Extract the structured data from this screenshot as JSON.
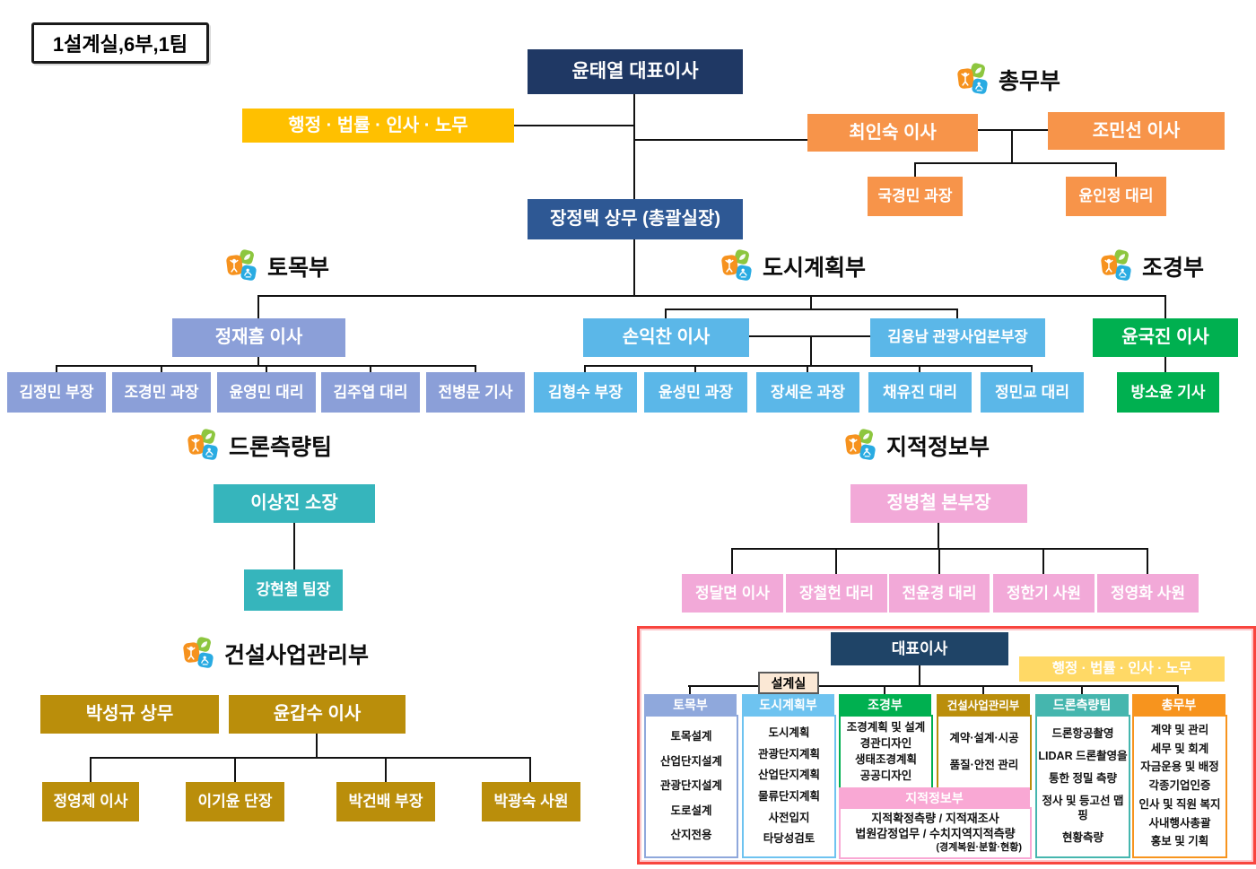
{
  "badge": "1설계실,6부,1팀",
  "colors": {
    "ceo_navy": "#1F3864",
    "coo_blue": "#2E5894",
    "orange": "#F7944A",
    "admin_yellow": "#FFC000",
    "civil_periwinkle": "#8B9FD8",
    "urban_sky": "#5BB7E8",
    "landscape_green": "#00B050",
    "drone_teal": "#36B5BC",
    "cadastral_pink": "#F2A9D8",
    "construction_gold": "#BA8E0B",
    "summary_border_red": "#F8453E",
    "summary_admin_yellow": "#FFD966",
    "design_office_cream": "#FBE8D5"
  },
  "org": {
    "ceo": "윤태열 대표이사",
    "admin_staff": "행정 · 법률 · 인사 · 노무",
    "coo": "장정택 상무 (총괄실장)",
    "general_affairs": {
      "title": "총무부",
      "directors": [
        "최인숙 이사",
        "조민선 이사"
      ],
      "members": [
        "국경민 과장",
        "윤인정 대리"
      ]
    },
    "civil": {
      "title": "토목부",
      "head": "정재흠 이사",
      "members": [
        "김정민 부장",
        "조경민 과장",
        "윤영민 대리",
        "김주엽 대리",
        "전병문 기사"
      ]
    },
    "urban": {
      "title": "도시계획부",
      "heads": [
        "손익찬 이사",
        "김용남 관광사업본부장"
      ],
      "members": [
        "김형수 부장",
        "윤성민 과장",
        "장세은 과장",
        "채유진 대리",
        "정민교 대리"
      ]
    },
    "landscape": {
      "title": "조경부",
      "head": "윤국진 이사",
      "members": [
        "방소윤 기사"
      ]
    },
    "drone": {
      "title": "드론측량팀",
      "head": "이상진 소장",
      "members": [
        "강현철 팀장"
      ]
    },
    "cadastral": {
      "title": "지적정보부",
      "head": "정병철 본부장",
      "members": [
        "정달면 이사",
        "장철헌 대리",
        "전윤경 대리",
        "정한기 사원",
        "정영화 사원"
      ]
    },
    "construction": {
      "title": "건설사업관리부",
      "heads": [
        "박성규 상무",
        "윤갑수 이사"
      ],
      "members": [
        "정영제 이사",
        "이기윤 단장",
        "박건배 부장",
        "박광숙 사원"
      ]
    }
  },
  "summary": {
    "ceo": "대표이사",
    "admin": "행정 · 법률 · 인사 · 노무",
    "design_office": "설계실",
    "columns": [
      {
        "title": "토목부",
        "items": [
          "토목설계",
          "산업단지설계",
          "관광단지설계",
          "도로설계",
          "산지전용"
        ]
      },
      {
        "title": "도시계획부",
        "items": [
          "도시계획",
          "관광단지계획",
          "산업단지계획",
          "물류단지계획",
          "사전입지",
          "타당성검토"
        ]
      },
      {
        "title": "조경부",
        "items": [
          "조경계획 및 설계",
          "경관디자인",
          "생태조경계획",
          "공공디자인"
        ]
      },
      {
        "title": "건설사업관리부",
        "items": [
          "계약·설계·시공",
          "품질·안전 관리"
        ]
      },
      {
        "title": "드론측량팀",
        "items": [
          "드론항공촬영",
          "LIDAR 드론촬영을",
          "통한 정밀 측량",
          "정사 및 등고선 맵핑",
          "현황측량"
        ]
      },
      {
        "title": "총무부",
        "items": [
          "계약 및 관리",
          "세무 및 회계",
          "자금운용 및 배정",
          "각종기업인증",
          "인사 및 직원 복지",
          "사내행사총괄",
          "홍보 및 기획"
        ]
      }
    ],
    "cadastral": {
      "title": "지적정보부",
      "lines": [
        "지적확정측량 / 지적재조사",
        "법원감정업무 / 수치지역지적측량",
        "(경계복원·분할·현황)"
      ]
    }
  }
}
